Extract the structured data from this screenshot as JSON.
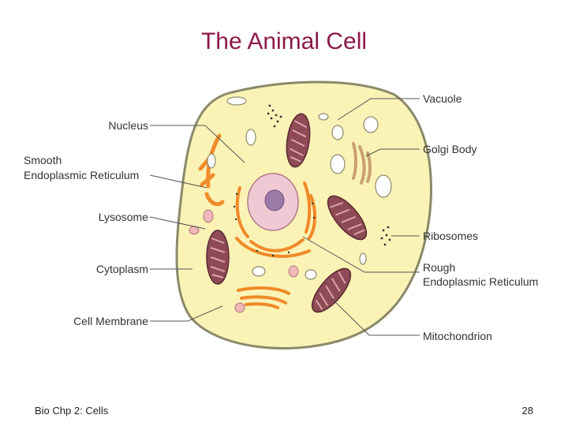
{
  "slide": {
    "title": "The Animal Cell",
    "footer_left": "Bio Chp 2: Cells",
    "page_number": "28"
  },
  "labels": {
    "nucleus": "Nucleus",
    "smooth_er_line1": "Smooth",
    "smooth_er_line2": "Endoplasmic Reticulum",
    "lysosome": "Lysosome",
    "cytoplasm": "Cytoplasm",
    "cell_membrane": "Cell Membrane",
    "vacuole": "Vacuole",
    "golgi_body": "Golgi Body",
    "ribosomes": "Ribosomes",
    "rough_er_line1": "Rough",
    "rough_er_line2": "Endoplasmic Reticulum",
    "mitochondrion": "Mitochondrion"
  },
  "colors": {
    "title": "#8b1a4a",
    "cytoplasm": "#fbf3b6",
    "membrane": "#8a8a6a",
    "nucleus": "#f1c9d4",
    "nucleolus": "#9c7aa8",
    "mitochondrion": "#8e4a55",
    "er": "#f08a2a",
    "lysosome": "#f0b8b8",
    "vacuole": "#ffffff",
    "leader_line": "#555555"
  }
}
